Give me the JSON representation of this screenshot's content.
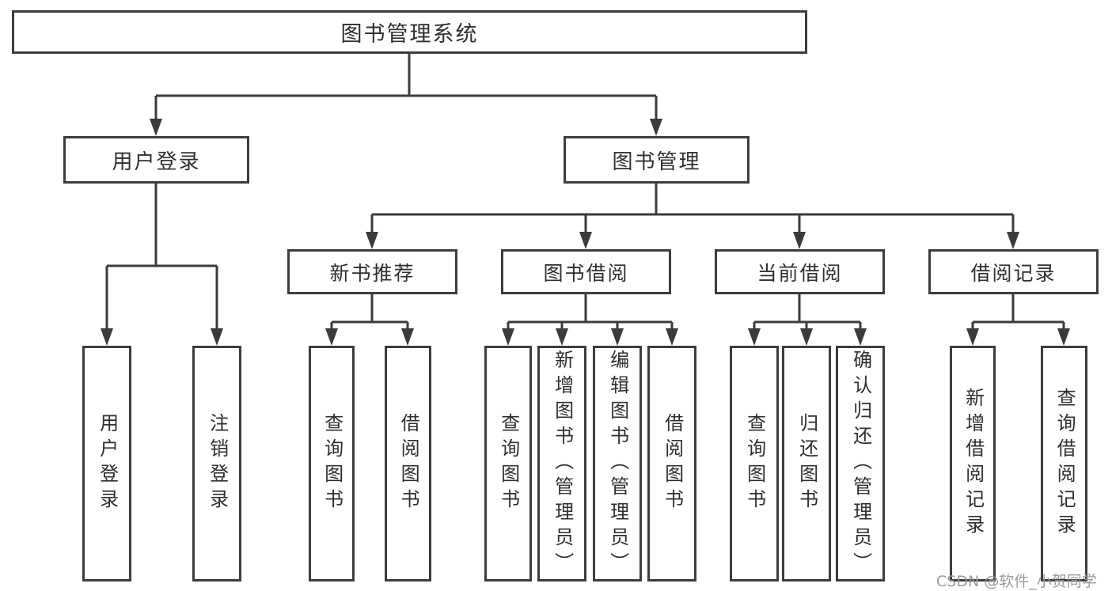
{
  "colors": {
    "background": "#ffffff",
    "line": "#3b3b3b",
    "box_border": "#3d3d3d",
    "text": "#2f2f2f",
    "watermark": "#9b9b9b"
  },
  "nodes": {
    "root": "图书管理系统",
    "user_login": "用户登录",
    "book_management": "图书管理",
    "new_book_recommend": "新书推荐",
    "book_borrow": "图书借阅",
    "current_borrow": "当前借阅",
    "borrow_records": "借阅记录",
    "ul_user_login": "用户登录",
    "ul_logout": "注销登录",
    "nbr_query_books": "查询图书",
    "nbr_borrow_books": "借阅图书",
    "bb_query_books": "查询图书",
    "bb_add_books": "新增图书（管理员）",
    "bb_edit_books": "编辑图书（管理员）",
    "bb_borrow_books": "借阅图书",
    "cb_query_books": "查询图书",
    "cb_return_books": "归还图书",
    "cb_confirm_return": "确认归还（管理员）",
    "br_add_record": "新增借阅记录",
    "br_query_record": "查询借阅记录"
  },
  "hierarchy": {
    "label": "图书管理系统",
    "children": [
      {
        "label": "用户登录",
        "children": [
          {
            "label": "用户登录"
          },
          {
            "label": "注销登录"
          }
        ]
      },
      {
        "label": "图书管理",
        "children": [
          {
            "label": "新书推荐",
            "children": [
              {
                "label": "查询图书"
              },
              {
                "label": "借阅图书"
              }
            ]
          },
          {
            "label": "图书借阅",
            "children": [
              {
                "label": "查询图书"
              },
              {
                "label": "新增图书（管理员）"
              },
              {
                "label": "编辑图书（管理员）"
              },
              {
                "label": "借阅图书"
              }
            ]
          },
          {
            "label": "当前借阅",
            "children": [
              {
                "label": "查询图书"
              },
              {
                "label": "归还图书"
              },
              {
                "label": "确认归还（管理员）"
              }
            ]
          },
          {
            "label": "借阅记录",
            "children": [
              {
                "label": "新增借阅记录"
              },
              {
                "label": "查询借阅记录"
              }
            ]
          }
        ]
      }
    ]
  },
  "watermark": {
    "text": "CSDN @软件_小贺同学"
  }
}
